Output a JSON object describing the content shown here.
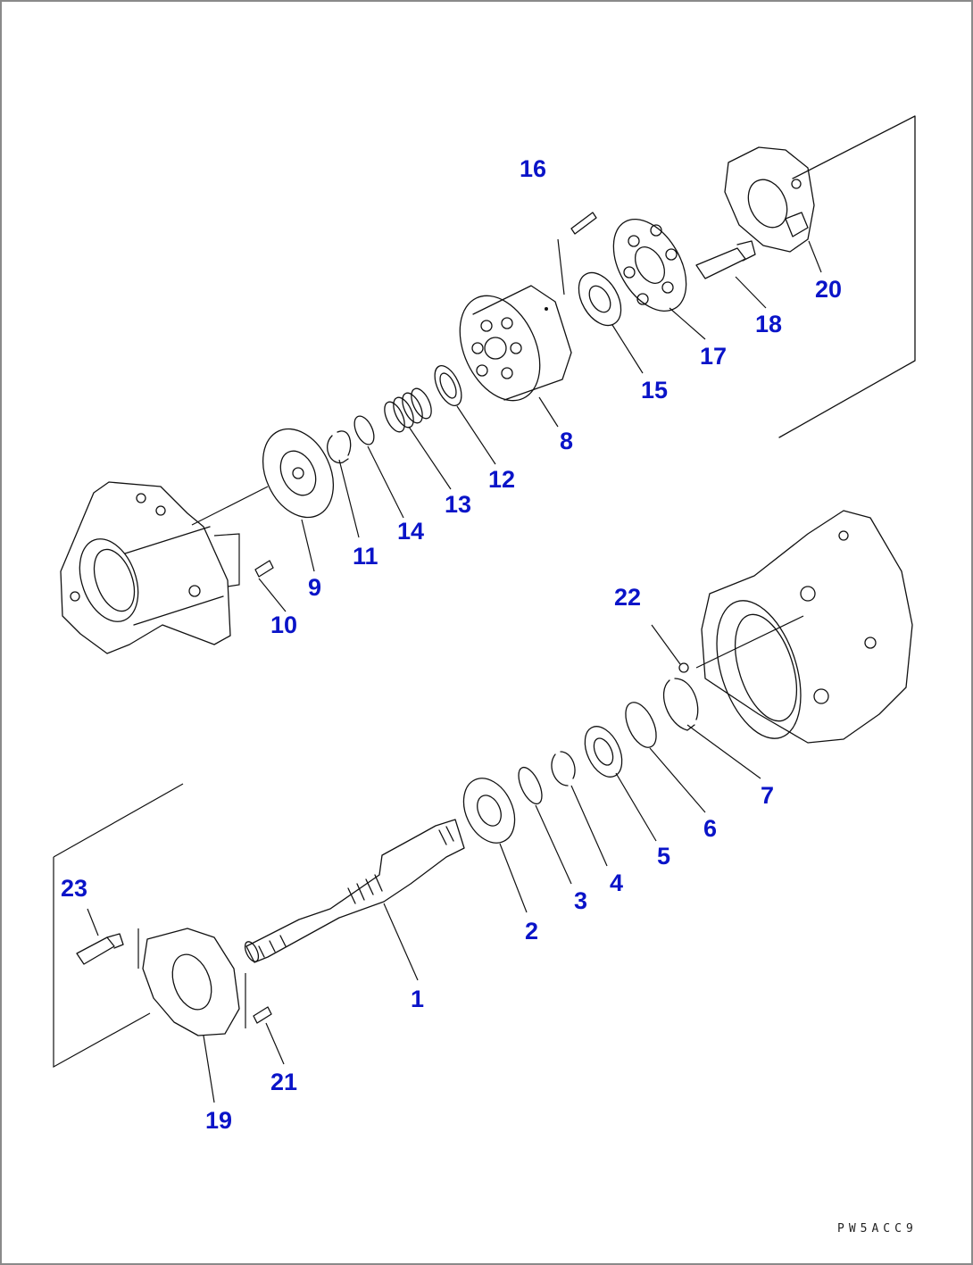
{
  "diagram": {
    "callouts": [
      "1",
      "2",
      "3",
      "4",
      "5",
      "6",
      "7",
      "8",
      "9",
      "10",
      "11",
      "12",
      "13",
      "14",
      "15",
      "16",
      "17",
      "18",
      "20",
      "19",
      "21",
      "22",
      "23"
    ],
    "drawing_code": "PW5ACC9",
    "label_color": "#0a14c8"
  }
}
